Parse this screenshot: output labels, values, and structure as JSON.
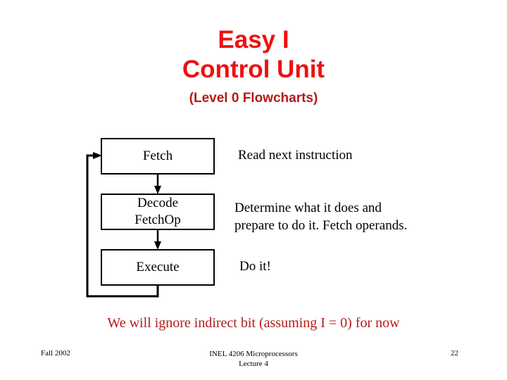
{
  "slide": {
    "title_lines": [
      "Easy I",
      "Control Unit"
    ],
    "subtitle": "(Level 0 Flowcharts)",
    "title_color": "#ee1111",
    "subtitle_color": "#b31b1b",
    "note": "We will ignore indirect bit (assuming I = 0) for now",
    "note_color": "#b31b1b"
  },
  "flowchart": {
    "boxes": [
      {
        "label": "Fetch",
        "description": "Read next instruction"
      },
      {
        "label": "Decode\nFetchOp",
        "description": "Determine what it does and\nprepare to do it. Fetch operands."
      },
      {
        "label": "Execute",
        "description": "Do it!"
      }
    ],
    "loop_label": "",
    "line_color": "#000000"
  },
  "footer": {
    "left": "Fall 2002",
    "center": "INEL 4206 Microprocessors\nLecture 4",
    "page": "22"
  }
}
